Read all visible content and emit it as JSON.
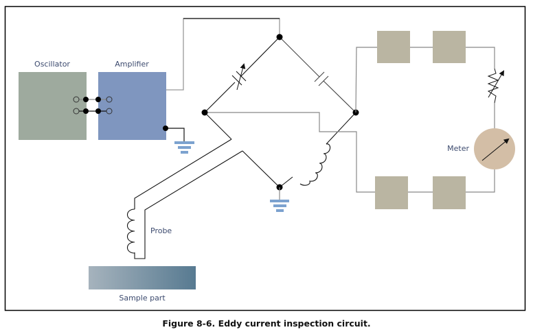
{
  "figure": {
    "caption": "Figure 8-6. Eddy current inspection circuit.",
    "title": "Eddy current inspection circuit"
  },
  "labels": {
    "oscillator": "Oscillator",
    "amplifier": "Amplifier",
    "probe": "Probe",
    "sample_part": "Sample part",
    "meter": "Meter"
  },
  "components": [
    {
      "id": "oscillator",
      "type": "block",
      "label": "Oscillator"
    },
    {
      "id": "amplifier",
      "type": "block",
      "label": "Amplifier"
    },
    {
      "id": "bridge",
      "type": "wheatstone-bridge",
      "arms": [
        "variable-capacitor",
        "capacitor",
        "inductor",
        "probe-lead"
      ]
    },
    {
      "id": "probe",
      "type": "coil",
      "label": "Probe"
    },
    {
      "id": "sample-part",
      "type": "block",
      "label": "Sample part"
    },
    {
      "id": "rectifier-blocks",
      "type": "block-group",
      "count": 4
    },
    {
      "id": "variable-resistor",
      "type": "variable-resistor"
    },
    {
      "id": "meter",
      "type": "meter",
      "label": "Meter"
    },
    {
      "id": "grounds",
      "type": "ground",
      "count": 2
    }
  ],
  "colors": {
    "oscillator": "#9eaa9e",
    "amplifier": "#7f96bf",
    "block": "#bab5a2",
    "meter": "#d3bea6",
    "ground": "#7ca2cf",
    "wire_black": "#111111",
    "wire_gray": "#8a8a8a",
    "sample_left": "#a6b3bd",
    "sample_right": "#577a91",
    "label_text": "#3c4a6e"
  }
}
